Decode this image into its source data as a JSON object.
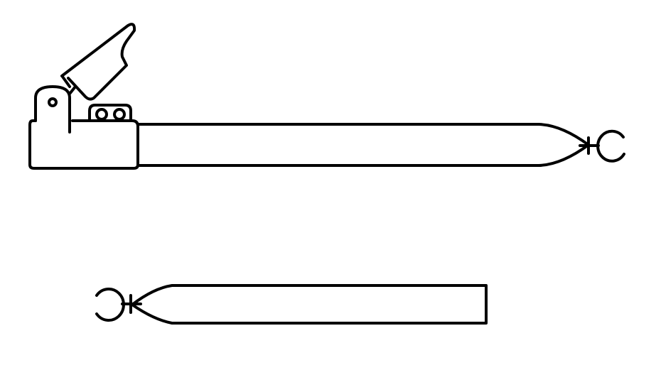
{
  "colors": {
    "background": "#ffffff",
    "line": "#000000"
  },
  "parts": [
    {
      "name": "long-pole-with-lever-clamp",
      "has_clamp": true,
      "end_fitting": "ring"
    },
    {
      "name": "short-pole",
      "has_clamp": false,
      "end_fitting": "ring"
    }
  ]
}
